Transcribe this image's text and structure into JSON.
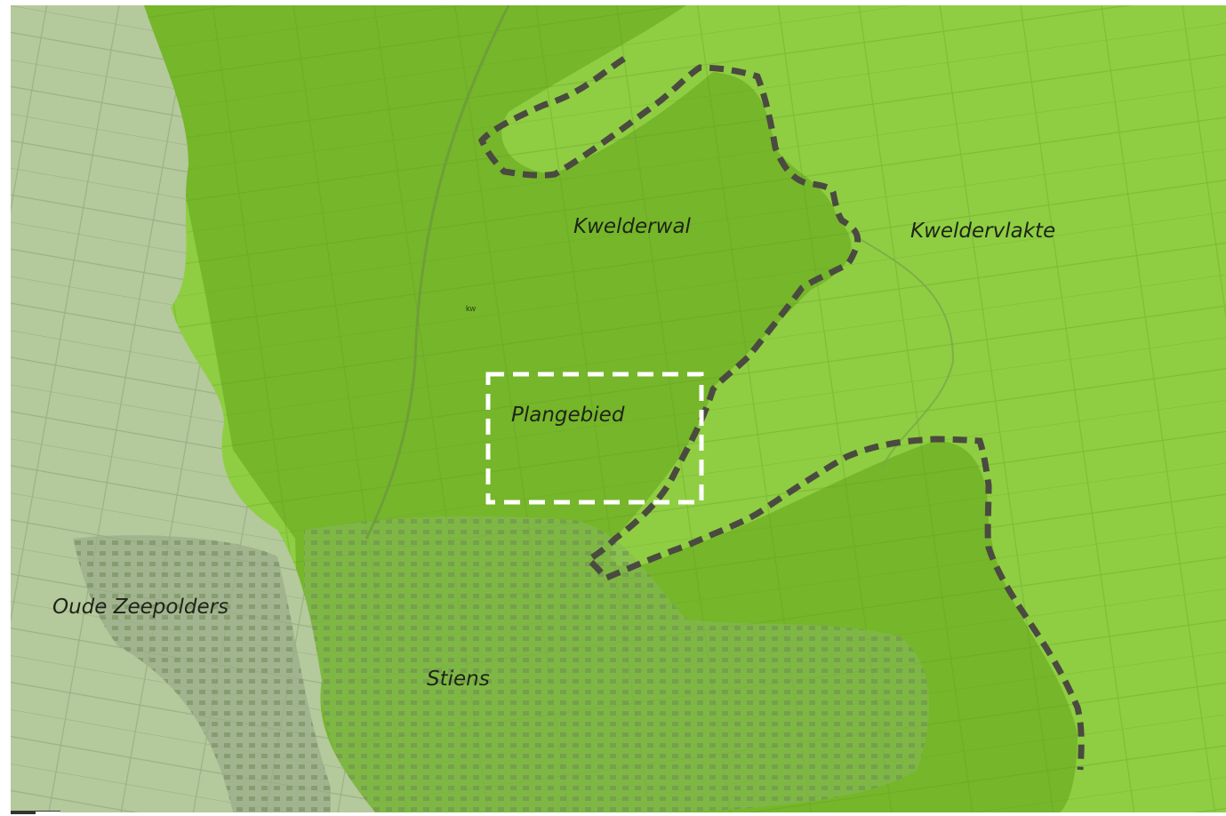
{
  "map": {
    "labels": {
      "kwelderwal": "Kwelderwal",
      "kweldervlakte": "Kweldervlakte",
      "plangebied": "Plangebied",
      "oude_zeepolders": "Oude Zeepolders",
      "stiens": "Stiens",
      "kw": "kw"
    },
    "colors": {
      "oude_zeepolders_fill": "#b3c89a",
      "kwelderwal_fill": "#7cbc2c",
      "kweldervlakte_fill": "#8dcc40",
      "boundary_line": "#4a4a40",
      "plangebied_outline": "#ffffff"
    }
  }
}
